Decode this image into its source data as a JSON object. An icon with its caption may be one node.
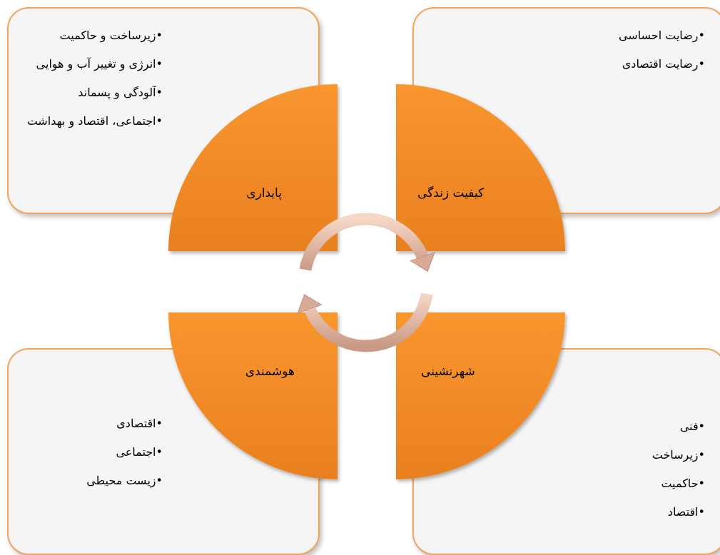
{
  "diagram": {
    "nodes": [
      {
        "text": [
          "•زیرساخت و حاکمیت",
          "•انرژی و تغییر آب و هوایی",
          "•آلودگی و پسماند",
          "•اجتماعی، اقتصاد و بهداشت"
        ]
      },
      {
        "text": [
          "•رضایت احساسی",
          "•رضایت اقتصادی"
        ]
      },
      {
        "text": [
          "•اقتصادی",
          "•اجتماعی",
          "•زیست محیطی"
        ]
      },
      {
        "text": [
          "•فنی",
          "•زیرساخت",
          "•حاکمیت",
          "•اقتصاد"
        ]
      },
      {
        "text": [
          "پایداری"
        ]
      },
      {
        "text": [
          "کیفیت زندگی"
        ]
      },
      {
        "text": [
          "هوشمندی"
        ]
      },
      {
        "text": [
          "شهرنشینی"
        ]
      }
    ],
    "edges": [
      {
        "from": 4,
        "to": 5,
        "arrow": "to"
      },
      {
        "from": 7,
        "to": 6,
        "arrow": "to"
      }
    ]
  }
}
